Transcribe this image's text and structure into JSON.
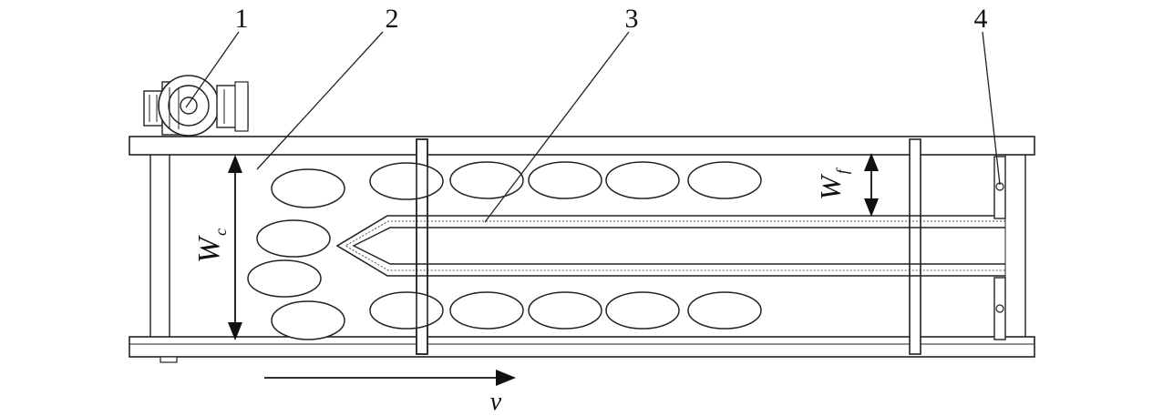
{
  "labels": {
    "part1": "1",
    "part2": "2",
    "part3": "3",
    "part4": "4",
    "wc_main": "W",
    "wc_sub": "c",
    "wf_main": "W",
    "wf_sub": "f",
    "velocity": "v"
  },
  "colors": {
    "ink": "#222222",
    "background": "#ffffff"
  }
}
